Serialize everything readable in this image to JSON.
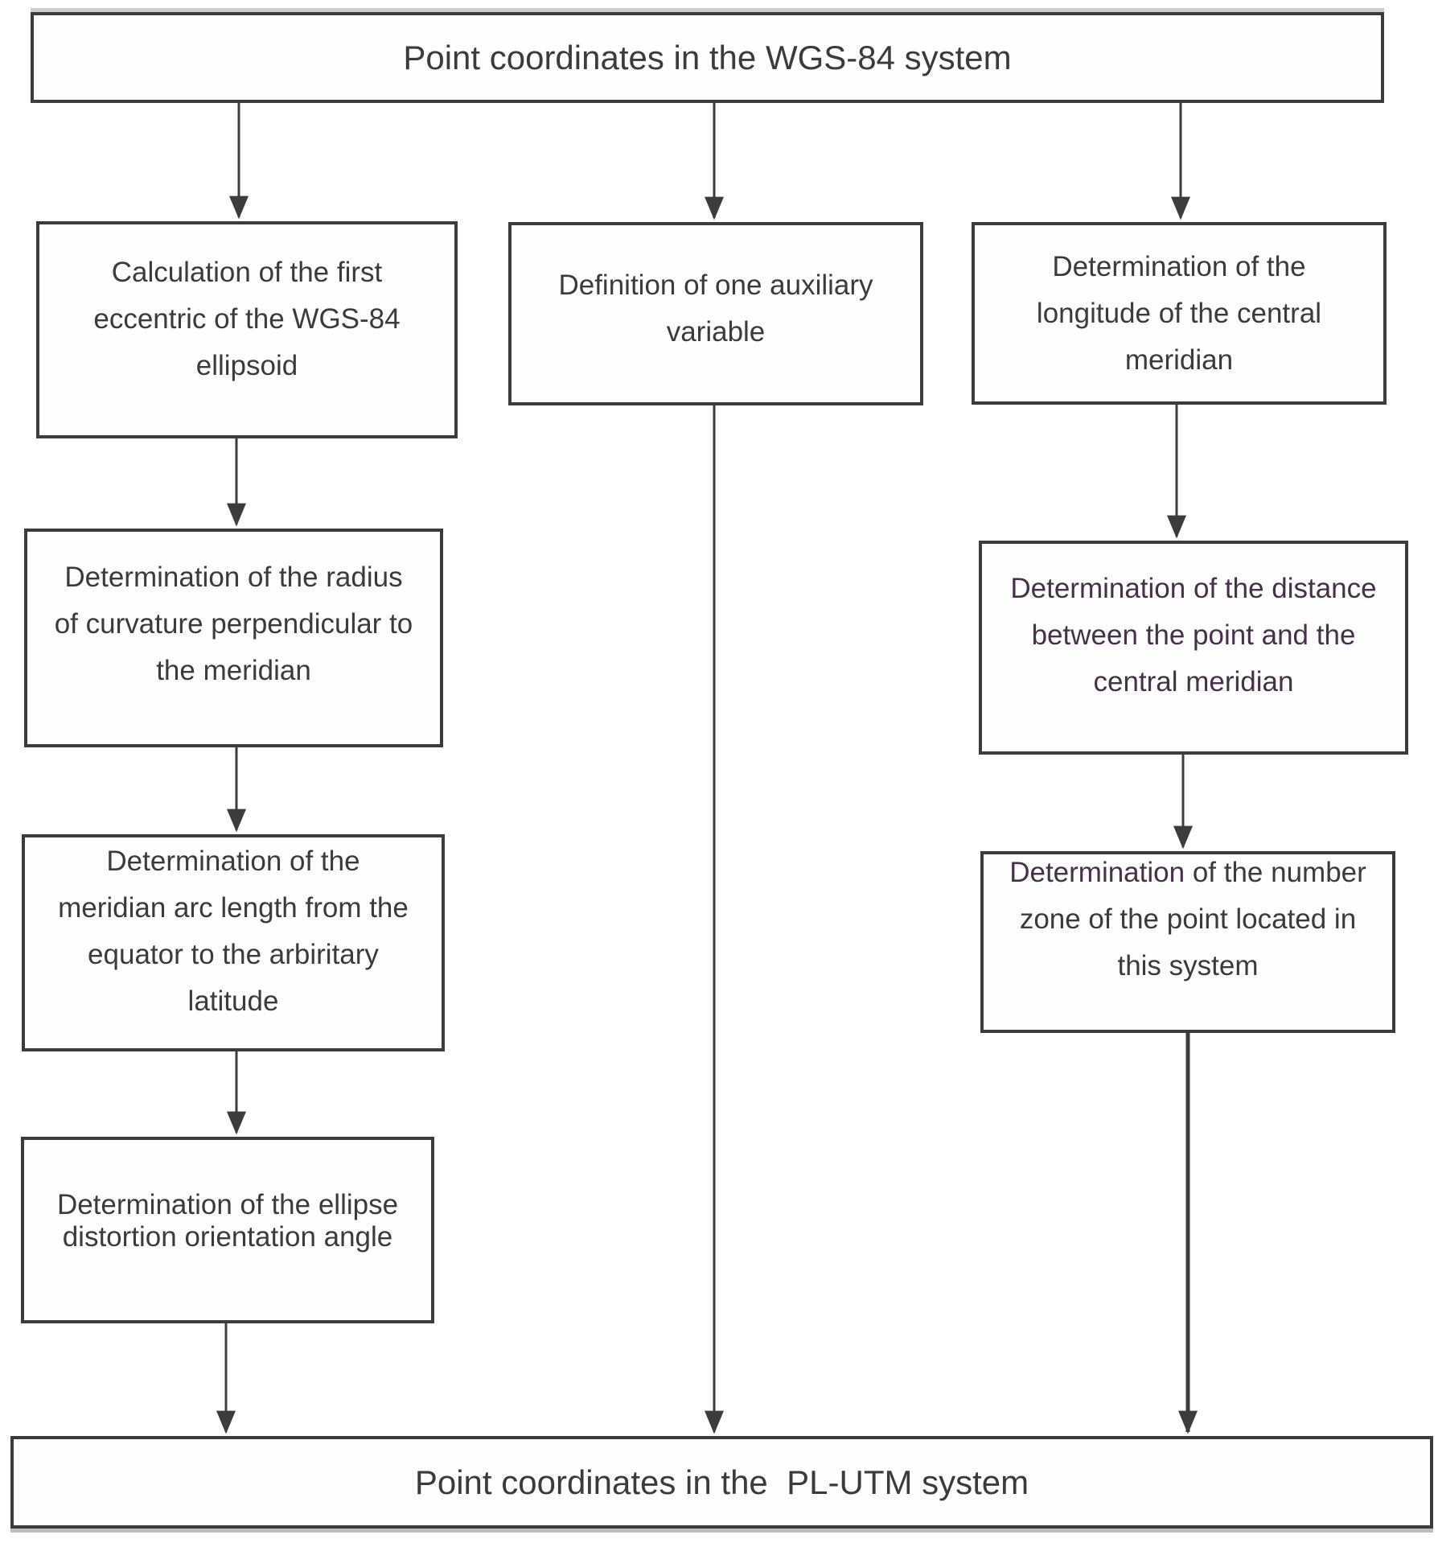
{
  "diagram_type": "flowchart",
  "title": "WGS-84 to PL-UTM coordinate conversion flowchart",
  "colors": {
    "border": "#3c3c3c",
    "text": "#3b3b3b",
    "accent_purple": "#46304a",
    "background": "#ffffff"
  },
  "nodes": {
    "start": {
      "label": "Point coordinates in the WGS-84 system"
    },
    "left_1": {
      "label": "Calculation of the first\neccentric of the WGS-84\nellipsoid"
    },
    "left_2": {
      "label": "Determination of the radius\nof curvature perpendicular to\nthe meridian"
    },
    "left_3": {
      "label": "Determination of the\nmeridian arc length from the\nequator to the arbiritary\nlatitude"
    },
    "left_4": {
      "label": "Determination of the ellipse\ndistortion orientation angle"
    },
    "middle_1": {
      "label": "Definition of one auxiliary\nvariable"
    },
    "right_1": {
      "label": "Determination of the\nlongitude of the central\nmeridian"
    },
    "right_2": {
      "label": "Determination of the distance\nbetween the point and the\ncentral meridian"
    },
    "right_3": {
      "label_highlight": "Determination",
      "label_rest": " of the number\nzone of the point located in\nthis system"
    },
    "end": {
      "label": "Point coordinates in the  PL-UTM system"
    }
  }
}
